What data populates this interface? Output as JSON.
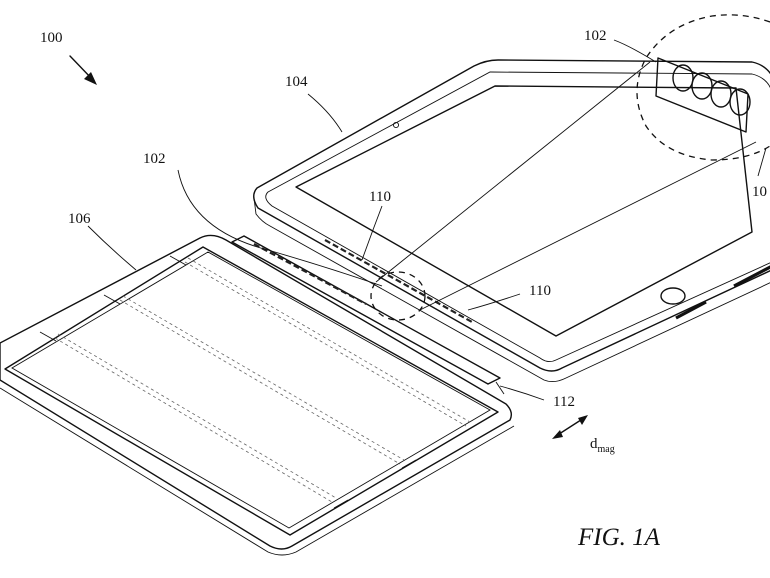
{
  "figure": {
    "caption": "FIG. 1A",
    "labels": {
      "system": "100",
      "magnet_array_detail": "102",
      "magnet_array_hinge": "102",
      "tablet": "104",
      "cover": "106",
      "magnets_upper": "110",
      "magnets_lower": "110",
      "edge_label": "10",
      "hinge_edge": "112",
      "distance_main": "d",
      "distance_sub": "mag"
    }
  }
}
